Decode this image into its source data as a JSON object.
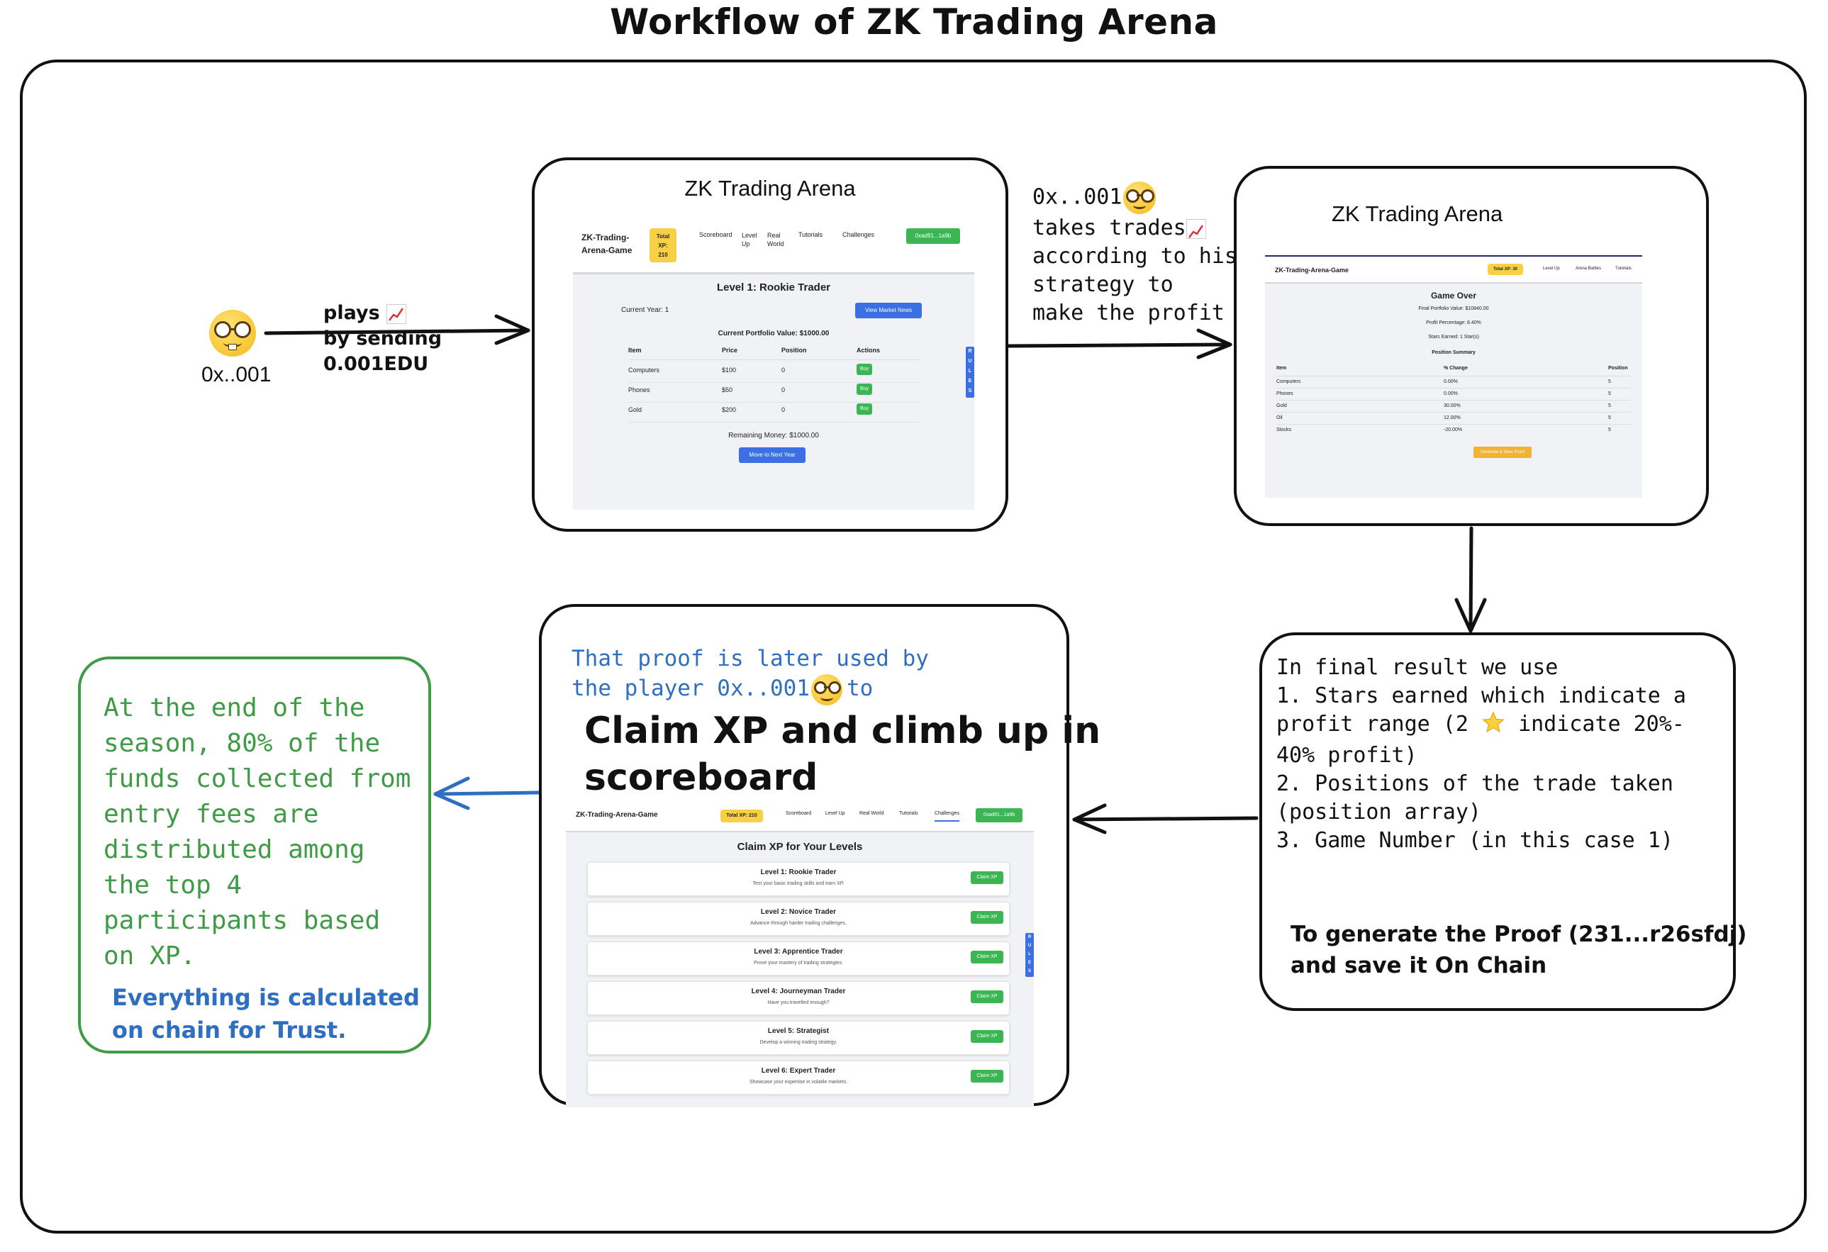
{
  "title": "Workflow of ZK Trading Arena",
  "player": {
    "address": "0x..001"
  },
  "step1": {
    "line1": "plays",
    "line2": "by sending",
    "line3": "0.001EDU"
  },
  "step2": {
    "line1a": "0x..001",
    "line2": "takes trades",
    "line3": "according to his",
    "line4": "strategy to",
    "line5": "make the profit"
  },
  "step4": {
    "line1": "That proof is later used by",
    "line2a": "the player 0x..001",
    "line2b": "to",
    "heading_line1": "Claim XP and climb up in",
    "heading_line2": "scoreboard"
  },
  "step3": {
    "line1": "In final result we use",
    "line2": "1. Stars earned which indicate a",
    "line3a": "profit range (2",
    "line3b": "indicate 20%-",
    "line4": "40% profit)",
    "line5": "2. Positions of the trade taken",
    "line6": "(position array)",
    "line7": "3. Game Number (in this case 1)",
    "proof_line1a": "To generate the",
    "proof_line1b": "Proof (231...r26sfdj)",
    "proof_line2": "and save it On Chain"
  },
  "step5": {
    "lines": [
      "At the end of the",
      "season, 80% of the",
      "funds collected from",
      "entry fees are",
      "distributed among",
      "the top 4",
      "participants based",
      "on XP."
    ],
    "trust_line1": "Everything is calculated",
    "trust_line2": "on chain for Trust."
  },
  "screen1": {
    "caption": "ZK Trading Arena",
    "brand1": "ZK-Trading-",
    "brand2": "Arena-Game",
    "xp1": "Total",
    "xp2": "XP:",
    "xp3": "210",
    "nav": [
      "Scoreboard",
      "Level",
      "Real",
      "Tutorials",
      "Challenges"
    ],
    "nav_sub": [
      "",
      "Up",
      "World",
      "",
      ""
    ],
    "wallet": "0xad91...1a9b",
    "level_title": "Level 1: Rookie Trader",
    "current_year": "Current Year: 1",
    "market_news": "View Market News",
    "portfolio": "Current Portfolio Value: $1000.00",
    "headers": [
      "Item",
      "Price",
      "Position",
      "Actions"
    ],
    "rows": [
      {
        "item": "Computers",
        "price": "$100",
        "position": "0",
        "action": "Buy"
      },
      {
        "item": "Phones",
        "price": "$50",
        "position": "0",
        "action": "Buy"
      },
      {
        "item": "Gold",
        "price": "$200",
        "position": "0",
        "action": "Buy"
      }
    ],
    "remaining": "Remaining Money: $1000.00",
    "next_year": "Move to Next Year",
    "rules": [
      "R",
      "U",
      "L",
      "E",
      "S"
    ]
  },
  "screen2": {
    "caption": "ZK Trading Arena",
    "brand": "ZK-Trading-Arena-Game",
    "xp": "Total XP: 30",
    "nav": [
      "Level Up",
      "Arena Battles",
      "Tutorials"
    ],
    "heading": "Game Over",
    "final_value": "Final Portfolio Value: $10840.00",
    "profit_pct": "Profit Percentage: 8.40%",
    "stars": "Stars Earned: 1 Star(s)",
    "summary": "Position Summary",
    "headers": [
      "Item",
      "% Change",
      "Position"
    ],
    "rows": [
      {
        "item": "Computers",
        "change": "0.00%",
        "position": "5"
      },
      {
        "item": "Phones",
        "change": "0.00%",
        "position": "5"
      },
      {
        "item": "Gold",
        "change": "30.00%",
        "position": "5"
      },
      {
        "item": "Oil",
        "change": "12.00%",
        "position": "5"
      },
      {
        "item": "Stocks",
        "change": "-20.00%",
        "position": "5"
      }
    ],
    "generate": "Generate & Save Proof"
  },
  "screen3": {
    "brand": "ZK-Trading-Arena-Game",
    "xp": "Total XP: 210",
    "nav": [
      "Scoreboard",
      "Level Up",
      "Real World",
      "Tutorials",
      "Challenges"
    ],
    "wallet": "0xad91...1a9b",
    "heading": "Claim XP for Your Levels",
    "levels": [
      {
        "title": "Level 1: Rookie Trader",
        "desc": "Test your basic trading skills and earn XP.",
        "action": "Claim XP"
      },
      {
        "title": "Level 2: Novice Trader",
        "desc": "Advance through harder trading challenges.",
        "action": "Claim XP"
      },
      {
        "title": "Level 3: Apprentice Trader",
        "desc": "Prove your mastery of trading strategies.",
        "action": "Claim XP"
      },
      {
        "title": "Level 4: Journeyman Trader",
        "desc": "Have you travelled enough?",
        "action": "Claim XP"
      },
      {
        "title": "Level 5: Strategist",
        "desc": "Develop a winning trading strategy.",
        "action": "Claim XP"
      },
      {
        "title": "Level 6: Expert Trader",
        "desc": "Showcase your expertise in volatile markets.",
        "action": "Claim XP"
      }
    ],
    "rules": [
      "R",
      "U",
      "L",
      "E",
      "S"
    ]
  },
  "colors": {
    "green": "#3f9b45",
    "blue": "#2f6fc2",
    "red": "#c9262a",
    "ink": "#111111"
  },
  "icons": [
    "nerd-face-emoji",
    "chart-increasing-emoji",
    "star-emoji"
  ]
}
